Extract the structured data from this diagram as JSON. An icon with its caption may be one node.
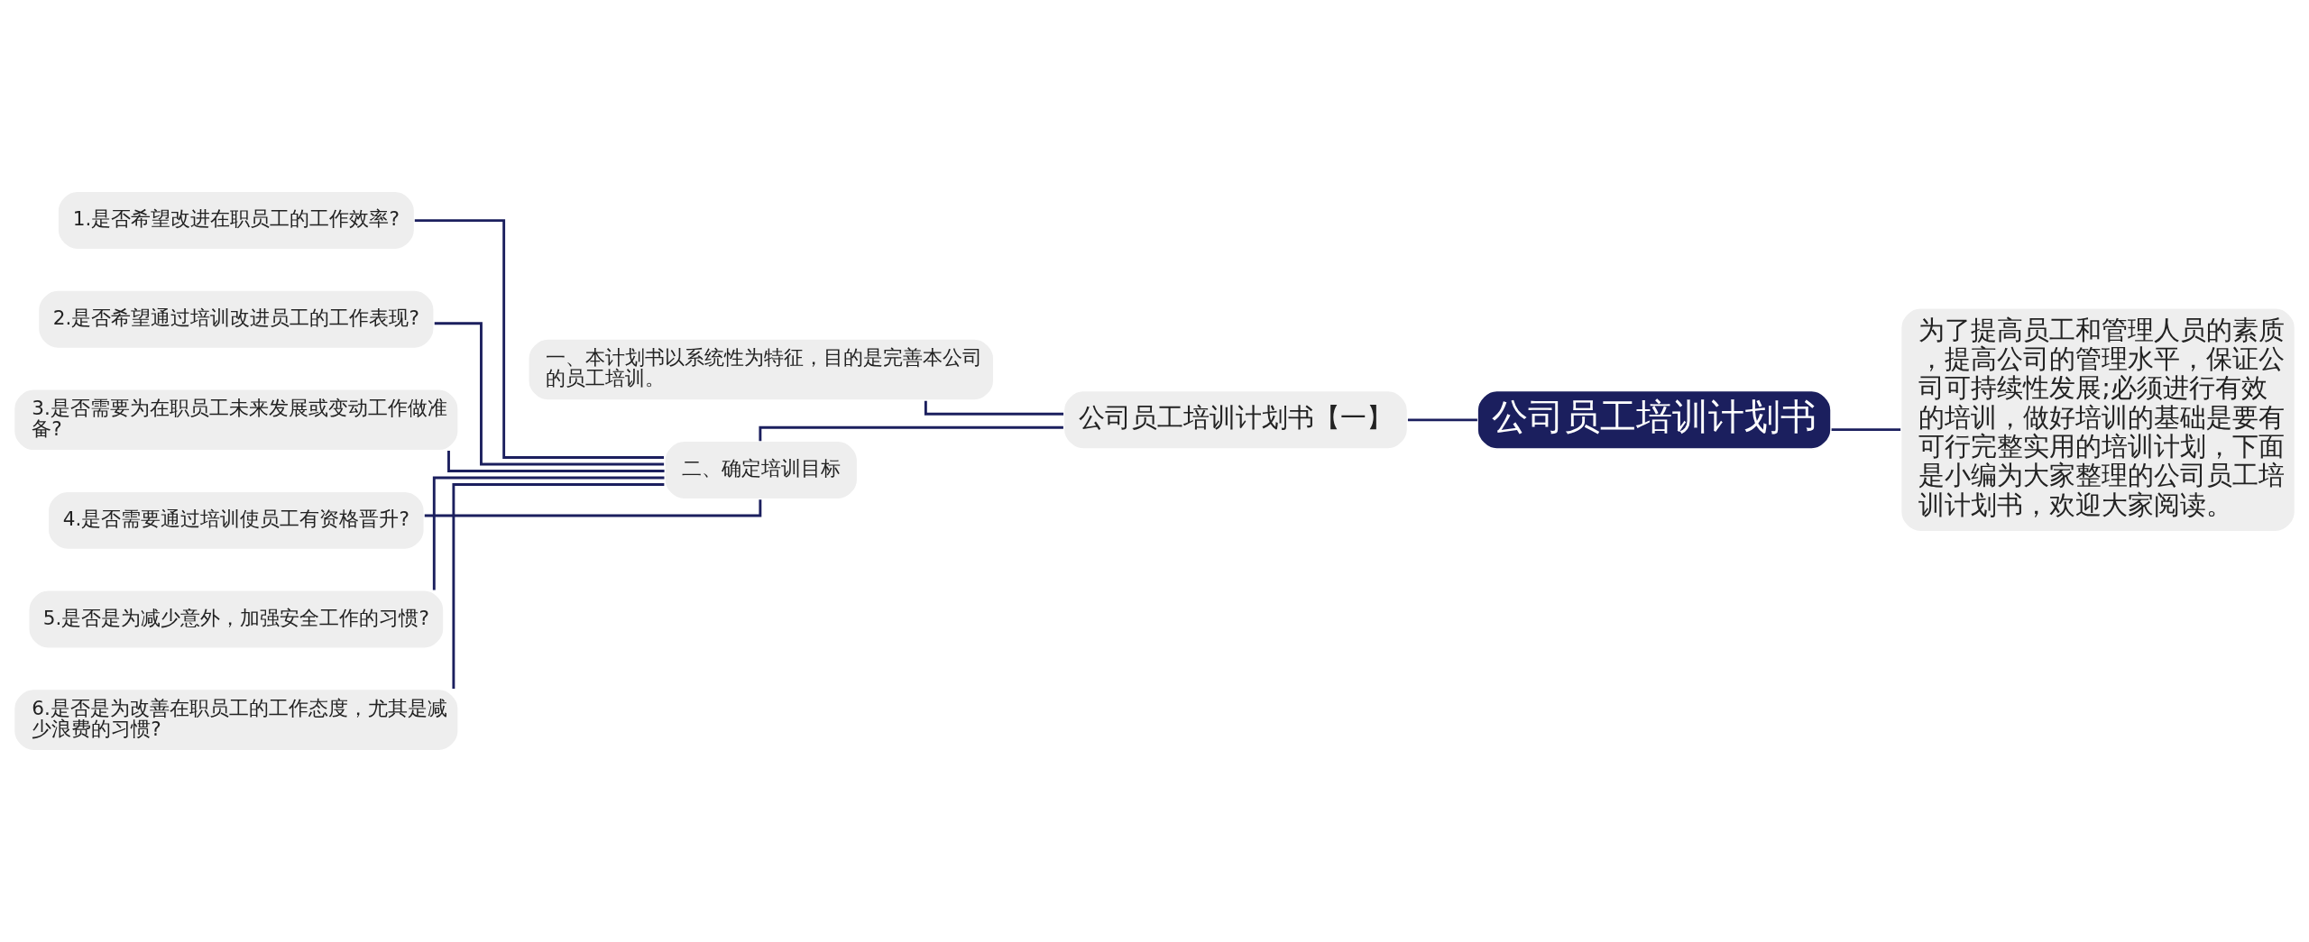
{
  "diagram": {
    "nodes": [
      {
        "text": [
          "公司员工培训计划书"
        ]
      },
      {
        "text": [
          "为了提高员工和管理人员的素质，提高公司的管理水平，保证公司可持续性发展;必须进行有效的培训，做好培训的基础是要有可行完整实用的培训计划，下面是小编为大家整理的公司员工培训计划书，欢迎大家阅读。"
        ]
      },
      {
        "text": [
          "公司员工培训计划书【一】"
        ]
      },
      {
        "text": [
          "一、本计划书以系统性为特征，目的是完善本公司的员工培训。"
        ]
      },
      {
        "text": [
          "二、确定培训目标"
        ]
      },
      {
        "text": [
          "1.是否希望改进在职员工的工作效率?"
        ]
      },
      {
        "text": [
          "2.是否希望通过培训改进员工的工作表现?"
        ]
      },
      {
        "text": [
          "3.是否需要为在职员工未来发展或变动工作做准备?"
        ]
      },
      {
        "text": [
          "4.是否需要通过培训使员工有资格晋升?"
        ]
      },
      {
        "text": [
          "5.是否是为减少意外，加强安全工作的习惯?"
        ]
      },
      {
        "text": [
          "6.是否是为改善在职员工的工作态度，尤其是减少浪费的习惯?"
        ]
      }
    ],
    "edges": [
      {
        "from": 0,
        "to": 1,
        "arrow": "none"
      },
      {
        "from": 0,
        "to": 2,
        "arrow": "none"
      },
      {
        "from": 2,
        "to": 3,
        "arrow": "none"
      },
      {
        "from": 2,
        "to": 4,
        "arrow": "none"
      },
      {
        "from": 4,
        "to": 5,
        "arrow": "none"
      },
      {
        "from": 4,
        "to": 6,
        "arrow": "none"
      },
      {
        "from": 4,
        "to": 7,
        "arrow": "none"
      },
      {
        "from": 4,
        "to": 8,
        "arrow": "none"
      },
      {
        "from": 4,
        "to": 9,
        "arrow": "none"
      },
      {
        "from": 4,
        "to": 10,
        "arrow": "none"
      }
    ]
  }
}
